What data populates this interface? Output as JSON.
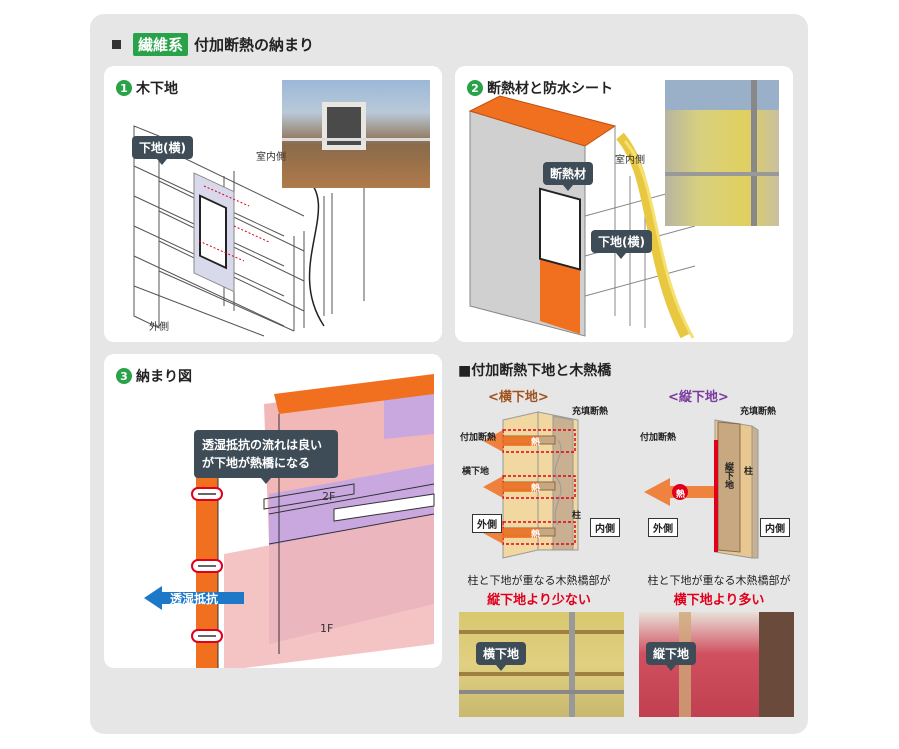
{
  "header": {
    "tag": "繊維系",
    "title": "付加断熱の納まり"
  },
  "panel1": {
    "num": "1",
    "title": "木下地",
    "callout": "下地(横)",
    "label_inside": "室内側",
    "label_outside": "外側"
  },
  "panel2": {
    "num": "2",
    "title": "断熱材と防水シート",
    "callout_insulation": "断熱材",
    "callout_base": "下地(横)",
    "label_inside": "室内側"
  },
  "panel3": {
    "num": "3",
    "title": "納まり図",
    "callout": "透湿抵抗の流れは良いが下地が熱橋になる",
    "arrow_label": "透湿抵抗",
    "floor2": "2F",
    "floor1": "1F"
  },
  "panel4": {
    "title": "付加断熱下地と木熱橋",
    "left": {
      "heading": "<横下地>",
      "labels": {
        "fill": "充填断熱",
        "added": "付加断熱",
        "base": "横下地",
        "post": "柱",
        "outside": "外側",
        "inside": "内側",
        "heat": "熱"
      },
      "caption": "柱と下地が重なる木熱橋部が",
      "emphasis": "縦下地より少ない",
      "photo_callout": "横下地"
    },
    "right": {
      "heading": "<縦下地>",
      "labels": {
        "fill": "充填断熱",
        "added": "付加断熱",
        "base": "縦下地",
        "post": "柱",
        "outside": "外側",
        "inside": "内側",
        "heat": "熱"
      },
      "caption": "柱と下地が重なる木熱橋部が",
      "emphasis": "横下地より多い",
      "photo_callout": "縦下地"
    }
  },
  "colors": {
    "green": "#2aa24a",
    "red": "#e0001b",
    "orange": "#f07020",
    "callout": "#3d4c57",
    "blue": "#1e78c8"
  }
}
